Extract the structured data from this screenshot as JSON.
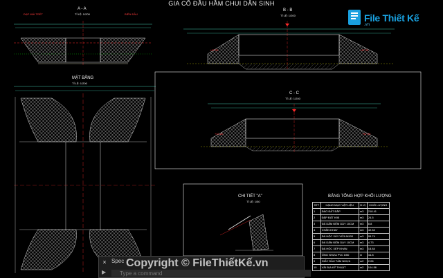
{
  "drawing": {
    "title": "GIA CỐ ĐẦU HẦM CHUI DÂN SINH",
    "sections": {
      "aa": {
        "label": "A - A",
        "scale": "TỈ LỆ: 1/200"
      },
      "bb": {
        "label": "B - B",
        "scale": "TỈ LỆ: 1/200"
      },
      "cc": {
        "label": "C - C",
        "scale": "TỈ LỆ: 1/200"
      },
      "plan": {
        "label": "MẶT BẰNG",
        "scale": "TỈ LỆ: 1/200"
      },
      "detail": {
        "label": "CHI TIẾT \"A\"",
        "scale": "TỈ LỆ: 1/50"
      }
    },
    "side_labels": {
      "left": "ĐẠP MÁI TRẾT",
      "right": "BIÊN ĐẦU"
    },
    "elevations": {
      "b1": "+47.20",
      "b2": "+47.20",
      "c1": "+47.20",
      "c2": "+47.20"
    },
    "summary_table": {
      "title": "BẢNG TỔNG HỢP KHỐI LƯỢNG",
      "headers": [
        "STT",
        "HẠNG MỤC VẬT LIỆU",
        "Đ.VỊ",
        "KHỐI LƯỢNG"
      ],
      "rows": [
        [
          "1",
          "ĐÀO ĐẤT ĐẮP",
          "m3",
          "218.41"
        ],
        [
          "2",
          "ĐẮP ĐẤT K95",
          "m3",
          "24.5"
        ],
        [
          "3",
          "ĐÁ DĂM ĐỆM DÀY 10CM",
          "m3",
          "8.8"
        ],
        [
          "4",
          "CHÂN KHAY",
          "m3",
          "42.52"
        ],
        [
          "5",
          "ĐÁ HỘC XÂY VỮA M100",
          "m3",
          "95.74"
        ],
        [
          "6",
          "ĐÁ DĂM ĐỆM DÀY 10CM",
          "m3",
          "4.73"
        ],
        [
          "7",
          "ĐÁ HỘC XẾP KHAN",
          "m3",
          "18.84"
        ],
        [
          "8",
          "ỐNG NHỰA PVC D50",
          "m",
          "44.8"
        ],
        [
          "9",
          "GIẤY DẦU TẨM NHỰA",
          "m2",
          "2.06"
        ],
        [
          "10",
          "VẢI ĐỊA KỸ THUẬT",
          "m2",
          "104.56"
        ]
      ]
    }
  },
  "watermark": "Copyright © FileThiếtKế.vn",
  "logo": {
    "name": "File Thiết Kế",
    "domain": ".vn"
  },
  "command_panel": {
    "label": "Spec",
    "placeholder": "Type a command",
    "close": "×",
    "prompt": "▶"
  },
  "colors": {
    "background": "#000000",
    "drawing_lines": "#00e0e0",
    "hatch": "#d8d8d8",
    "text": "#ffffff",
    "accent": "#ff2020",
    "logo": "#19a1e0"
  }
}
